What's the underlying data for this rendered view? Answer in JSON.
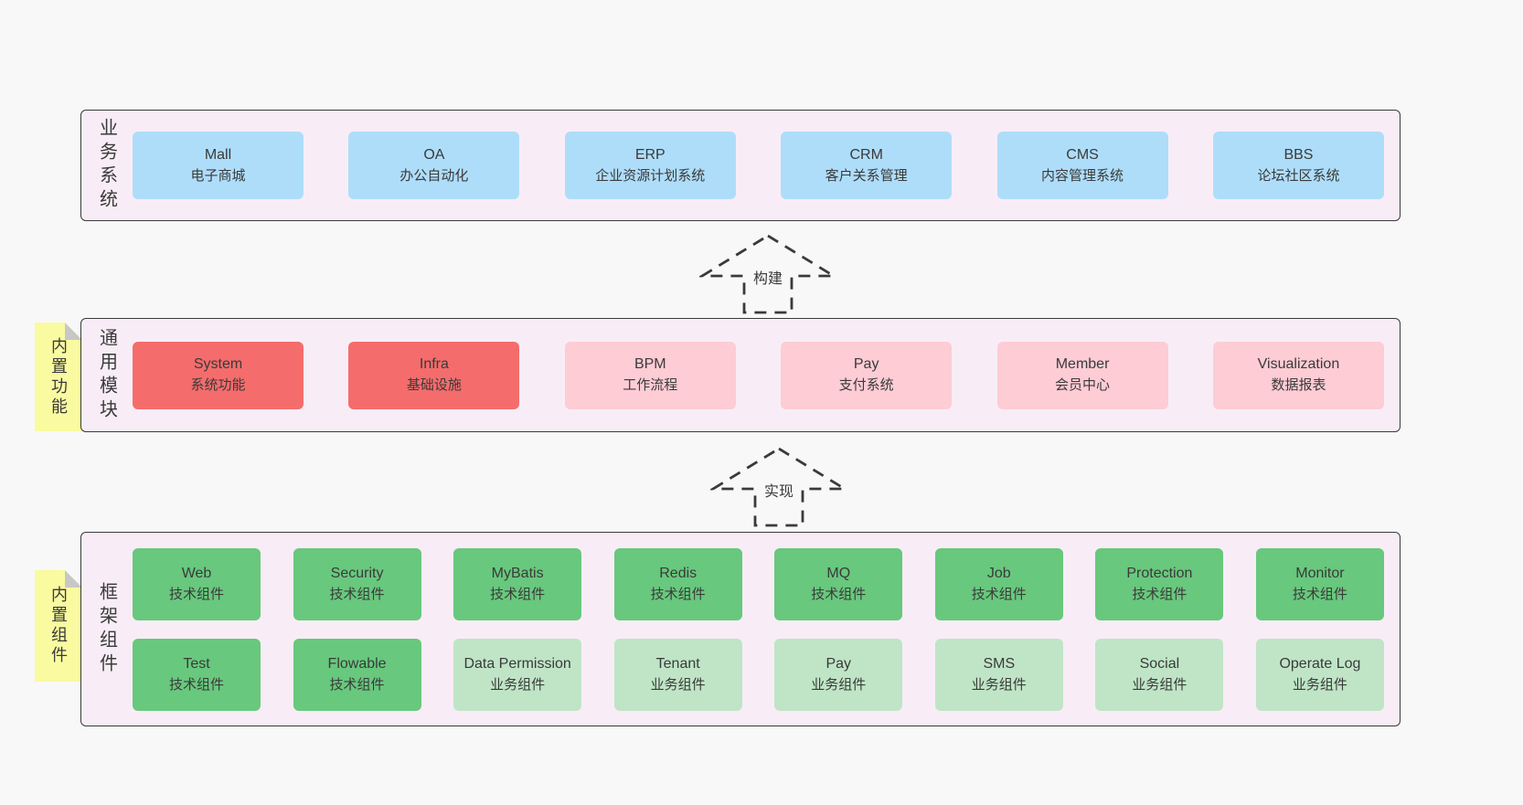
{
  "colors": {
    "page_bg": "#f8f8f8",
    "panel_bg": "#f8edf6",
    "outline": "#3a3a3a",
    "blue": "#aeddfa",
    "red": "#f56c6c",
    "pink": "#fdccd5",
    "green": "#68c87d",
    "green_light": "#bfe5c6",
    "tag_yellow": "#fafaa0",
    "fold_gray": "#c7c7c7"
  },
  "arrows": [
    {
      "label": "构建"
    },
    {
      "label": "实现"
    }
  ],
  "layers": [
    {
      "id": "business-systems",
      "side_label": "业务系统",
      "tag": null,
      "rows": [
        [
          {
            "en": "Mall",
            "zh": "电子商城",
            "variant": "blue"
          },
          {
            "en": "OA",
            "zh": "办公自动化",
            "variant": "blue"
          },
          {
            "en": "ERP",
            "zh": "企业资源计划系统",
            "variant": "blue"
          },
          {
            "en": "CRM",
            "zh": "客户关系管理",
            "variant": "blue"
          },
          {
            "en": "CMS",
            "zh": "内容管理系统",
            "variant": "blue"
          },
          {
            "en": "BBS",
            "zh": "论坛社区系统",
            "variant": "blue"
          }
        ]
      ]
    },
    {
      "id": "common-modules",
      "side_label": "通用模块",
      "tag": "内置功能",
      "rows": [
        [
          {
            "en": "System",
            "zh": "系统功能",
            "variant": "red"
          },
          {
            "en": "Infra",
            "zh": "基础设施",
            "variant": "red"
          },
          {
            "en": "BPM",
            "zh": "工作流程",
            "variant": "pink"
          },
          {
            "en": "Pay",
            "zh": "支付系统",
            "variant": "pink"
          },
          {
            "en": "Member",
            "zh": "会员中心",
            "variant": "pink"
          },
          {
            "en": "Visualization",
            "zh": "数据报表",
            "variant": "pink"
          }
        ]
      ]
    },
    {
      "id": "framework-components",
      "side_label": "框架组件",
      "tag": "内置组件",
      "rows": [
        [
          {
            "en": "Web",
            "zh": "技术组件",
            "variant": "green"
          },
          {
            "en": "Security",
            "zh": "技术组件",
            "variant": "green"
          },
          {
            "en": "MyBatis",
            "zh": "技术组件",
            "variant": "green"
          },
          {
            "en": "Redis",
            "zh": "技术组件",
            "variant": "green"
          },
          {
            "en": "MQ",
            "zh": "技术组件",
            "variant": "green"
          },
          {
            "en": "Job",
            "zh": "技术组件",
            "variant": "green"
          },
          {
            "en": "Protection",
            "zh": "技术组件",
            "variant": "green"
          },
          {
            "en": "Monitor",
            "zh": "技术组件",
            "variant": "green"
          }
        ],
        [
          {
            "en": "Test",
            "zh": "技术组件",
            "variant": "green"
          },
          {
            "en": "Flowable",
            "zh": "技术组件",
            "variant": "green"
          },
          {
            "en": "Data Permission",
            "zh": "业务组件",
            "variant": "green-light"
          },
          {
            "en": "Tenant",
            "zh": "业务组件",
            "variant": "green-light"
          },
          {
            "en": "Pay",
            "zh": "业务组件",
            "variant": "green-light"
          },
          {
            "en": "SMS",
            "zh": "业务组件",
            "variant": "green-light"
          },
          {
            "en": "Social",
            "zh": "业务组件",
            "variant": "green-light"
          },
          {
            "en": "Operate Log",
            "zh": "业务组件",
            "variant": "green-light"
          }
        ]
      ]
    }
  ]
}
